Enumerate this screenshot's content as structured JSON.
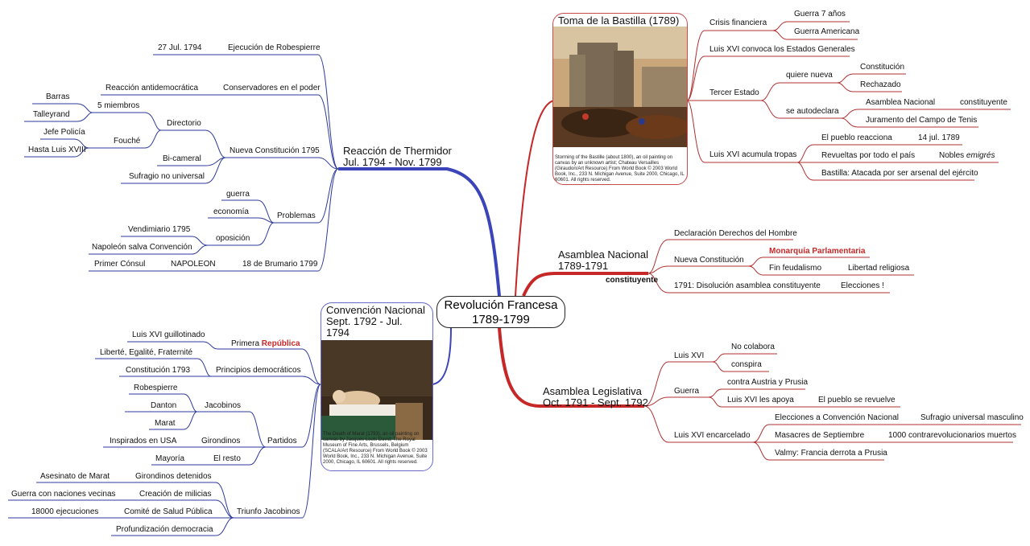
{
  "center": {
    "title": "Revolución Francesa",
    "years": "1789-1799"
  },
  "bastilla": {
    "title": "Toma de la Bastilla (1789)",
    "caption": "Storming of the Bastille (about 1800), an oil painting on canvas by an unknown artist; Chateau Versailles (Giraudon/Art Resource) From World Book © 2003 World Book, Inc., 233 N. Michigan Avenue, Suite 2000, Chicago, IL 60601. All rights reserved.",
    "items": {
      "crisis": "Crisis financiera",
      "guerra7": "Guerra 7 años",
      "guerraAm": "Guerra Americana",
      "convoca": "Luis XVI convoca los Estados Generales",
      "tercer": "Tercer Estado",
      "quiere": "quiere nueva",
      "constitucion": "Constitución",
      "rechazado": "Rechazado",
      "autodeclara": "se autodeclara",
      "asamblea": "Asamblea Nacional",
      "constituyente": "constituyente",
      "juramento": "Juramento del Campo de Tenis",
      "acumula": "Luis XVI acumula tropas",
      "pueblo": "El pueblo reacciona",
      "fecha": "14 jul. 1789",
      "revueltas": "Revueltas por todo el país",
      "nobles": "Nobles",
      "emigres": "emigrés",
      "bastillaAt": "Bastilla: Atacada por ser arsenal del ejército"
    }
  },
  "nacional": {
    "title1": "Asamblea Nacional",
    "title2": "1789-1791",
    "sub": "constituyente",
    "items": {
      "declaracion": "Declaración Derechos del Hombre",
      "nueva": "Nueva Constitución",
      "monarquia": "Monarquía Parlamentaria",
      "fin": "Fin feudalismo",
      "libertad": "Libertad religiosa",
      "disolucion": "1791: Disolución asamblea constituyente",
      "elecciones": "Elecciones !"
    }
  },
  "legislativa": {
    "title1": "Asamblea Legislativa",
    "title2": "Oct. 1791 - Sept. 1792",
    "items": {
      "luis": "Luis XVI",
      "nocolabora": "No colabora",
      "conspira": "conspira",
      "guerra": "Guerra",
      "contra": "contra Austria y Prusia",
      "apoya": "Luis XVI les apoya",
      "revuelve": "El pueblo se revuelve",
      "encarcelado": "Luis XVI encarcelado",
      "eleccionesConv": "Elecciones a Convención Nacional",
      "sufragio": "Sufragio universal masculino",
      "masacres": "Masacres de Septiembre",
      "muertos": "1000 contrarevolucionarios muertos",
      "valmy": "Valmy: Francia derrota a Prusia"
    }
  },
  "thermidor": {
    "title1": "Reacción de Thermidor",
    "title2": "Jul. 1794 - Nov. 1799",
    "items": {
      "fechaRob": "27 Jul. 1794",
      "ejecucion": "Ejecución de Robespierre",
      "reaccion": "Reacción antidemocrática",
      "conservadores": "Conservadores en el poder",
      "barras": "Barras",
      "cinco": "5 miembros",
      "talleyrand": "Talleyrand",
      "directorio": "Directorio",
      "jefe": "Jefe Policía",
      "fouche": "Fouché",
      "hasta": "Hasta Luis XVIII",
      "nuevaConst": "Nueva Constitución 1795",
      "bicameral": "Bi-cameral",
      "sufragioNo": "Sufragio no universal",
      "guerra": "guerra",
      "economia": "economía",
      "problemas": "Problemas",
      "vendimiario": "Vendimiario 1795",
      "oposicion": "oposición",
      "napoleonSalva": "Napoleón salva Convención",
      "primer": "Primer Cónsul",
      "napoleon": "NAPOLEON",
      "brumario": "18 de Brumario 1799"
    }
  },
  "convencion": {
    "title1": "Convención Nacional",
    "title2": "Sept. 1792 - Jul. 1794",
    "caption": "The Death of Marat (1793), an oil painting on canvas by Jacques Louis David; The Royal Museum of Fine Arts, Brussels, Belgium (SCALA/Art Resource) From World Book © 2003 World Book, Inc., 233 N. Michigan Avenue, Suite 2000, Chicago, IL 60601. All rights reserved.",
    "items": {
      "guillotinado": "Luis XVI guillotinado",
      "primera": "Primera",
      "republica": "República",
      "liberte": "Liberté, Egalité, Fraternité",
      "principios": "Principios democráticos",
      "const1793": "Constitución 1793",
      "robespierre": "Robespierre",
      "danton": "Danton",
      "jacobinos": "Jacobinos",
      "marat": "Marat",
      "inspirados": "Inspirados en USA",
      "girondinos": "Girondinos",
      "partidos": "Partidos",
      "mayoria": "Mayoría",
      "resto": "El resto",
      "asesinato": "Asesinato de Marat",
      "detenidos": "Girondinos detenidos",
      "guerraVecinas": "Guerra con naciones vecinas",
      "milicias": "Creación de milicias",
      "ejecuciones": "18000 ejecuciones",
      "comite": "Comité de Salud Pública",
      "triunfo": "Triunfo Jacobinos",
      "profundizacion": "Profundización democracia"
    }
  },
  "colors": {
    "blue": "#3b44b8",
    "red": "#c62828",
    "darkRed": "#b03030",
    "navy": "#2e3a9e"
  }
}
